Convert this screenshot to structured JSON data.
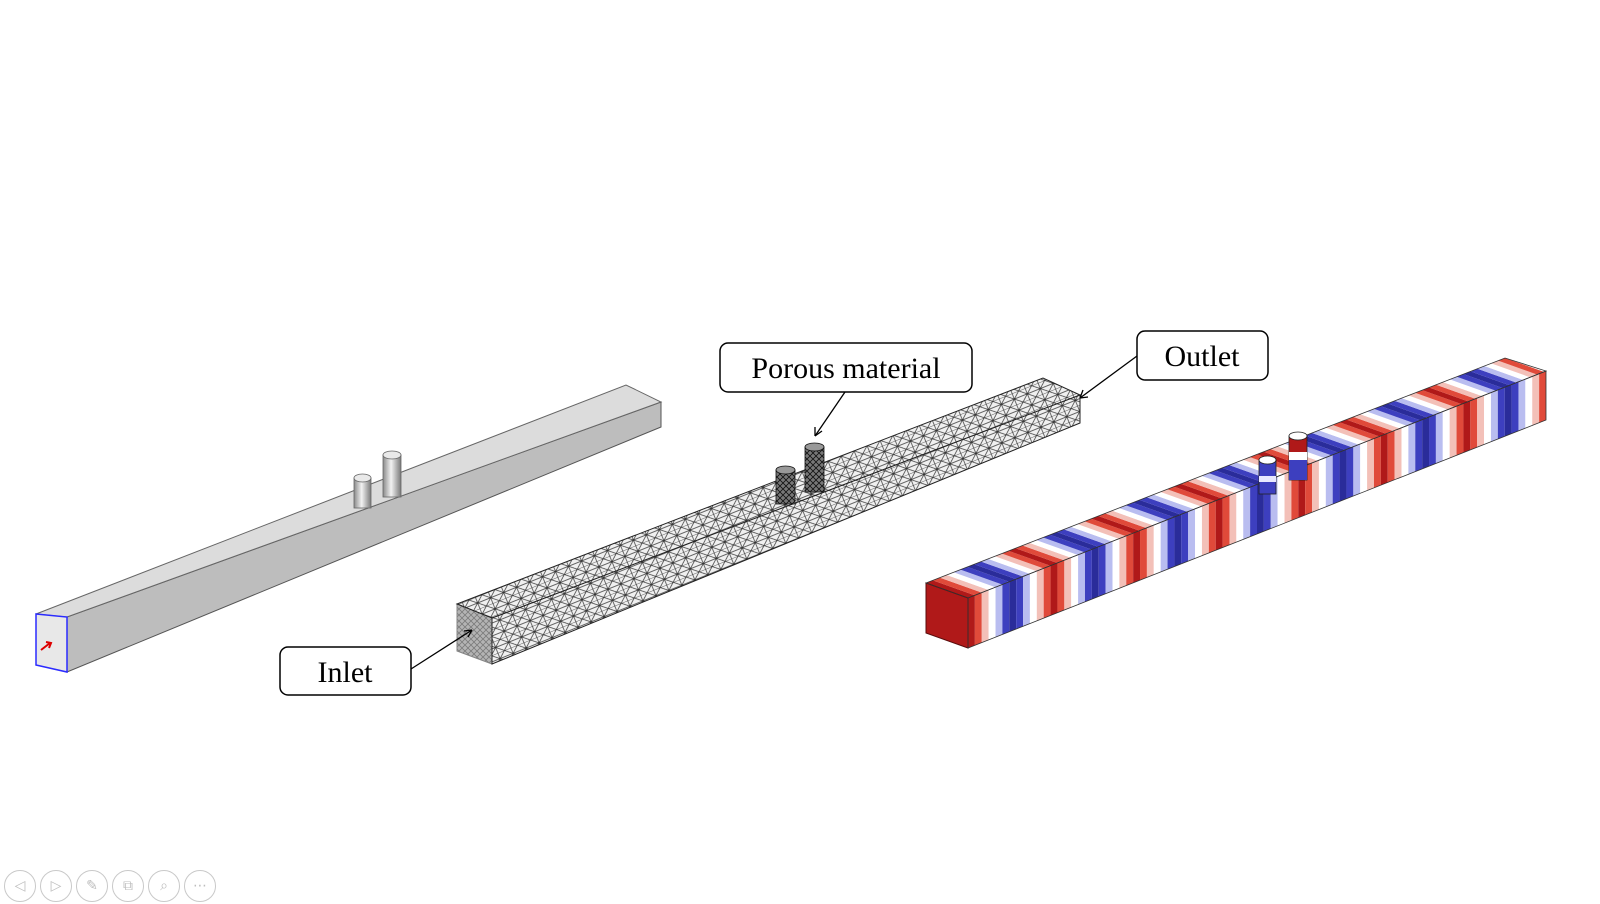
{
  "callouts": {
    "porous": "Porous material",
    "outlet": "Outlet",
    "inlet": "Inlet"
  },
  "toolbar": [
    {
      "name": "previous-slide-button",
      "icon": "left-arrow-icon",
      "glyph": "◁"
    },
    {
      "name": "next-slide-button",
      "icon": "right-arrow-icon",
      "glyph": "▷"
    },
    {
      "name": "pen-tool-button",
      "icon": "pen-icon",
      "glyph": "✎"
    },
    {
      "name": "slides-overview-button",
      "icon": "slides-icon",
      "glyph": "⧉"
    },
    {
      "name": "zoom-button",
      "icon": "magnifier-icon",
      "glyph": "⌕"
    },
    {
      "name": "more-options-button",
      "icon": "ellipsis-icon",
      "glyph": "⋯"
    }
  ],
  "colors": {
    "geometry": "#d6d6d6",
    "mesh": "#2a2a2a",
    "field_red": "#b01919",
    "field_blue": "#3d3fbf",
    "inlet_edge": "#2b2bff"
  }
}
